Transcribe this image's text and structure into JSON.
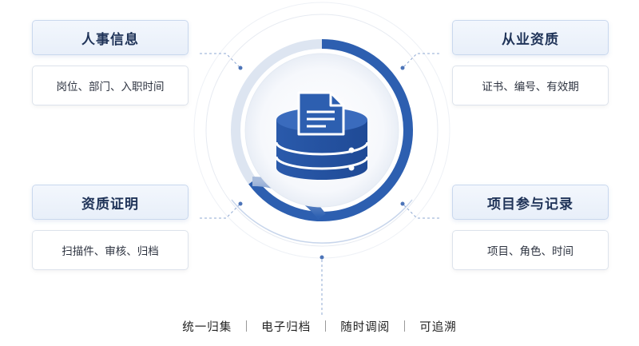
{
  "cards": [
    {
      "id": "hr",
      "title": "人事信息",
      "desc": "岗位、部门、入职时间"
    },
    {
      "id": "qualification",
      "title": "从业资质",
      "desc": "证书、编号、有效期"
    },
    {
      "id": "certificate",
      "title": "资质证明",
      "desc": "扫描件、审核、归档"
    },
    {
      "id": "project",
      "title": "项目参与记录",
      "desc": "项目、角色、时间"
    }
  ],
  "features": [
    "统一归集",
    "电子归档",
    "随时调阅",
    "可追溯"
  ],
  "center_icon": "database-document-icon",
  "colors": {
    "primary": "#2d5fb0",
    "ring_light": "#dde5f1",
    "title_text": "#1f3358"
  }
}
